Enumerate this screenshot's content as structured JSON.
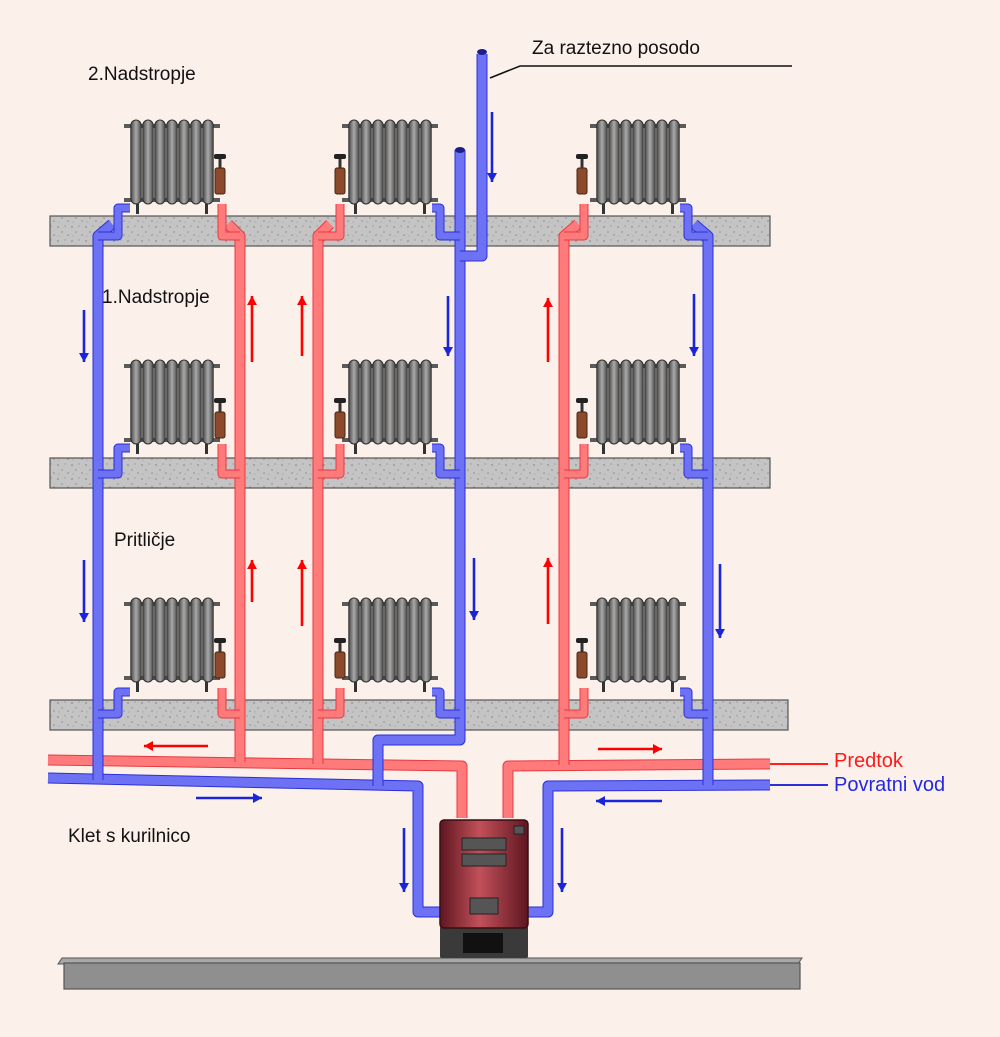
{
  "labels": {
    "floor2": "2.Nadstropje",
    "floor1": "1.Nadstropje",
    "ground": "Pritličje",
    "basement": "Klet s kurilnico",
    "expansion": "Za raztezno posodo"
  },
  "legend": {
    "supply": "Predtok",
    "return": "Povratni vod"
  },
  "colors": {
    "supply": "#ff7b7b",
    "supply_dark": "#e8393f",
    "supply_arrow": "#ff0000",
    "return": "#6d72f5",
    "return_dark": "#2a2fd6",
    "return_arrow": "#1a25d9",
    "slab": "#bdbdbd",
    "radiator": "#7a7a7a",
    "valve": "#8b4a2b",
    "boiler": "#8c2430",
    "background": "#fbf1ea"
  },
  "icons": {
    "radiator": "radiator-icon",
    "valve": "valve-icon",
    "boiler": "boiler-icon",
    "arrow": "flow-arrow-icon"
  }
}
